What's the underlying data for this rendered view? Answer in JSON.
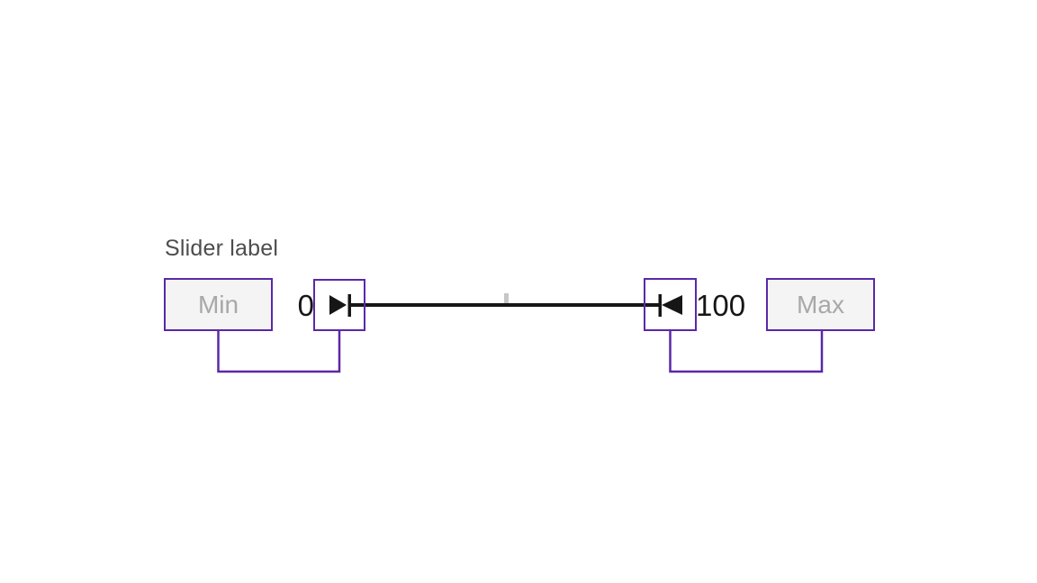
{
  "diagram": {
    "label": "Slider label",
    "min_button": "Min",
    "max_button": "Max",
    "min_value": "0",
    "max_value": "100",
    "colors": {
      "annotation_purple": "#5a28a8",
      "box_fill": "#f4f4f4",
      "box_label_gray": "#a8a8a8",
      "field_label_gray": "#4d4d4d",
      "track_black": "#161616",
      "tick_gray": "#c6c6c6"
    }
  }
}
